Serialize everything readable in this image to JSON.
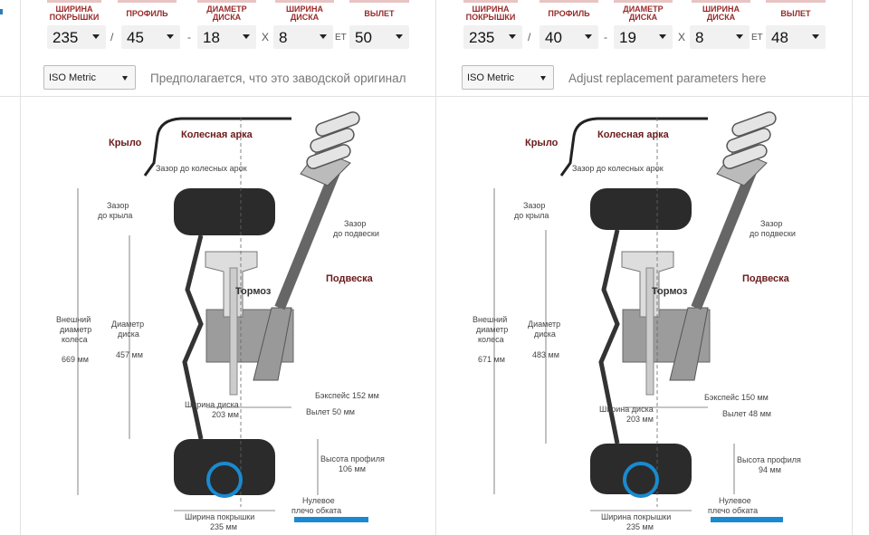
{
  "headers": {
    "width": "ШИРИНА ПОКРЫШКИ",
    "profile": "ПРОФИЛЬ",
    "diameter": "ДИАМЕТР ДИСКА",
    "rim_width": "ШИРИНА ДИСКА",
    "offset": "ВЫЛЕТ"
  },
  "left": {
    "tire_width": "235",
    "profile": "45",
    "rim_diameter": "18",
    "rim_width": "8",
    "offset": "50",
    "sep_slash": "/",
    "sep_dash": "-",
    "sep_x": "X",
    "sep_et": "ET",
    "standard": "ISO Metric",
    "note": "Предполагается, что это заводской оригинал",
    "diagram": {
      "fender": "Крыло",
      "arch": "Колесная арка",
      "arch_gap": "Зазор до колесных арок",
      "fender_gap_1": "Зазор",
      "fender_gap_2": "до крыла",
      "susp_gap_1": "Зазор",
      "susp_gap_2": "до подвески",
      "suspension": "Подвеска",
      "brake": "Тормоз",
      "outer_1": "Внешний",
      "outer_2": "диаметр",
      "outer_3": "колеса",
      "outer_val": "669 мм",
      "rim_diam_1": "Диаметр",
      "rim_diam_2": "диска",
      "rim_diam_val": "457 мм",
      "backspace": "Бэкспейс 152 мм",
      "rim_w_1": "Ширина диска",
      "rim_w_2": "203 мм",
      "offset_label": "Вылет 50 мм",
      "profile_1": "Высота профиля",
      "profile_2": "106 мм",
      "scrub_1": "Нулевое",
      "scrub_2": "плечо обката",
      "tire_w_1": "Ширина покрышки",
      "tire_w_2": "235 мм"
    }
  },
  "right": {
    "tire_width": "235",
    "profile": "40",
    "rim_diameter": "19",
    "rim_width": "8",
    "offset": "48",
    "sep_slash": "/",
    "sep_dash": "-",
    "sep_x": "X",
    "sep_et": "ET",
    "standard": "ISO Metric",
    "note": "Adjust replacement parameters here",
    "diagram": {
      "fender": "Крыло",
      "arch": "Колесная арка",
      "arch_gap": "Зазор до колесных арок",
      "fender_gap_1": "Зазор",
      "fender_gap_2": "до крыла",
      "susp_gap_1": "Зазор",
      "susp_gap_2": "до подвески",
      "suspension": "Подвеска",
      "brake": "Тормоз",
      "outer_1": "Внешний",
      "outer_2": "диаметр",
      "outer_3": "колеса",
      "outer_val": "671 мм",
      "rim_diam_1": "Диаметр",
      "rim_diam_2": "диска",
      "rim_diam_val": "483 мм",
      "backspace": "Бэкспейс 150 мм",
      "rim_w_1": "Ширина диска",
      "rim_w_2": "203 мм",
      "offset_label": "Вылет 48 мм",
      "profile_1": "Высота профиля",
      "profile_2": "94 мм",
      "scrub_1": "Нулевое",
      "scrub_2": "плечо обката",
      "tire_w_1": "Ширина покрышки",
      "tire_w_2": "235 мм"
    }
  },
  "colors": {
    "header_text": "#9a2a2a",
    "highlight": "#1a8ad0",
    "tire": "#2b2b2b"
  }
}
